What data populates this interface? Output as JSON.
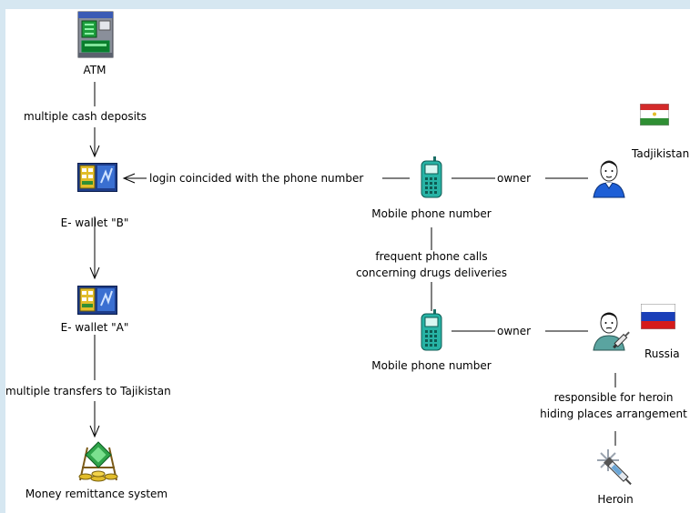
{
  "nodes": {
    "atm": {
      "label": "ATM",
      "icon": "atm-icon"
    },
    "ewallet_b": {
      "label": "E- wallet \"B\"",
      "icon": "e-wallet-icon"
    },
    "ewallet_a": {
      "label": "E- wallet \"A\"",
      "icon": "e-wallet-icon"
    },
    "money_remittance": {
      "label": "Money remittance system",
      "icon": "money-remittance-icon"
    },
    "mobile_1": {
      "label": "Mobile phone number",
      "icon": "mobile-phone-icon"
    },
    "mobile_2": {
      "label": "Mobile phone number",
      "icon": "mobile-phone-icon"
    },
    "person_tadjik": {
      "label": "Tadjikistan",
      "icon": "person-icon",
      "flag": "tajikistan-flag-icon"
    },
    "person_russia": {
      "label": "Russia",
      "icon": "person-with-syringe-icon",
      "flag": "russia-flag-icon"
    },
    "heroin": {
      "label": "Heroin",
      "icon": "heroin-icon"
    }
  },
  "edges": {
    "atm_to_b": "multiple cash deposits",
    "mobile_to_b": "login coincided with the phone number",
    "b_to_a": "",
    "a_to_remit": "multiple transfers to Tajikistan",
    "tadjik_owner": "owner",
    "mobile_calls_line1": "frequent phone calls",
    "mobile_calls_line2": "concerning drugs deliveries",
    "russia_owner": "owner",
    "heroin_line1": "responsible for heroin",
    "heroin_line2": "hiding places arrangement"
  },
  "colors": {
    "background": "#d6e7f1",
    "canvas": "#ffffff",
    "phone": "#27b3a5",
    "wallet": "#2456a8",
    "flag_tj_red": "#d32a2a",
    "flag_tj_green": "#2f8f34",
    "flag_ru_blue": "#1a3fb8",
    "flag_ru_red": "#d51b1b"
  }
}
